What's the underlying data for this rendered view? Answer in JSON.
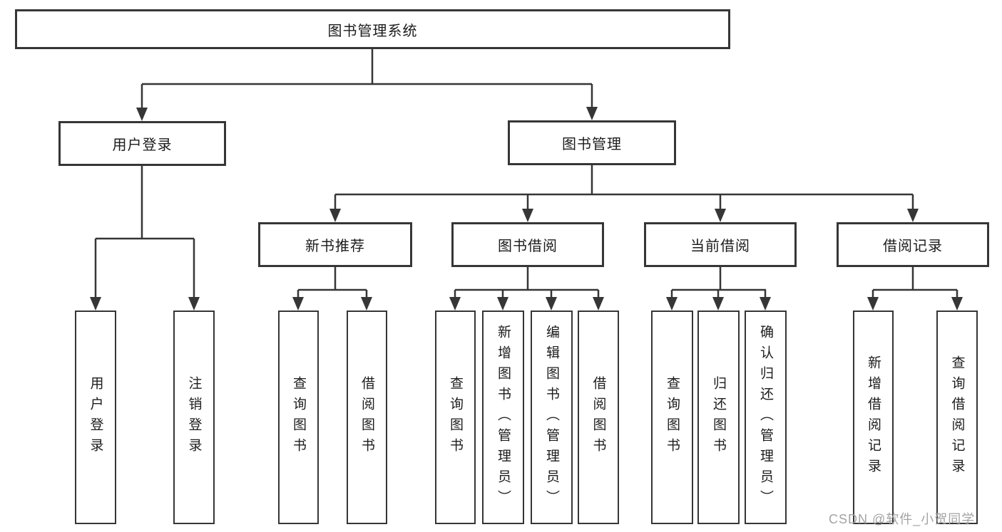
{
  "colors": {
    "line": "#363636",
    "box_border": "#363636",
    "text": "#1c1c1c",
    "background": "#ffffff",
    "watermark": "#a3a3a3"
  },
  "diagram": {
    "root": {
      "label": "图书管理系统"
    },
    "level2": [
      {
        "label": "用户登录"
      },
      {
        "label": "图书管理"
      }
    ],
    "level3": [
      {
        "label": "新书推荐"
      },
      {
        "label": "图书借阅"
      },
      {
        "label": "当前借阅"
      },
      {
        "label": "借阅记录"
      }
    ],
    "leaves": {
      "user_login": [
        {
          "label": "用户登录"
        },
        {
          "label": "注销登录"
        }
      ],
      "new_books": [
        {
          "label": "查询图书"
        },
        {
          "label": "借阅图书"
        }
      ],
      "book_borrow": [
        {
          "label": "查询图书"
        },
        {
          "label": "新增图书（管理员）"
        },
        {
          "label": "编辑图书（管理员）"
        },
        {
          "label": "借阅图书"
        }
      ],
      "current_borrow": [
        {
          "label": "查询图书"
        },
        {
          "label": "归还图书"
        },
        {
          "label": "确认归还（管理员）"
        }
      ],
      "borrow_records": [
        {
          "label": "新增借阅记录"
        },
        {
          "label": "查询借阅记录"
        }
      ]
    }
  },
  "watermark": {
    "text": "CSDN @软件_小贺同学"
  }
}
